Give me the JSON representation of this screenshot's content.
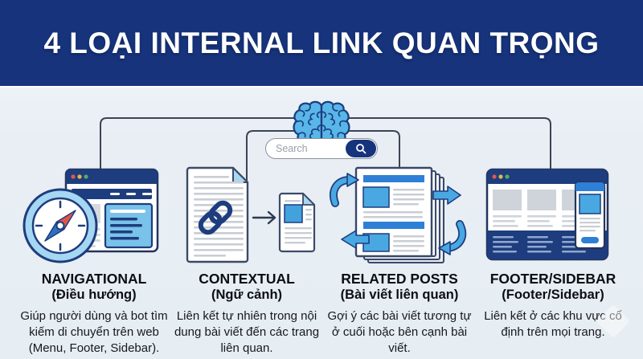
{
  "header": {
    "title": "4 LOẠI INTERNAL LINK QUAN TRỌNG"
  },
  "hub": {
    "search": {
      "placeholder": "Search"
    }
  },
  "columns": [
    {
      "title": "NAVIGATIONAL",
      "subtitle": "(Điều hướng)",
      "description": "Giúp người dùng và bot tìm kiếm di chuyển trên web (Menu, Footer, Sidebar)."
    },
    {
      "title": "CONTEXTUAL",
      "subtitle": "(Ngữ cảnh)",
      "description": "Liên kết tự nhiên trong nội dung bài viết đến các trang liên quan."
    },
    {
      "title": "RELATED POSTS",
      "subtitle": "(Bài viết liên quan)",
      "description": "Gợi ý các bài viết tương tự ở cuối hoặc bên cạnh bài viết."
    },
    {
      "title": "FOOTER/SIDEBAR",
      "subtitle": "(Footer/Sidebar)",
      "description": "Liên kết ở các khu vực cố định trên mọi trang."
    }
  ],
  "colors": {
    "header_bg": "#16337c",
    "navy": "#1d3d7e",
    "brain_blue": "#58b7e8",
    "mid_blue": "#2e7fd6",
    "light_blue": "#49a8e2",
    "panel_blue": "#79c2ea",
    "background": "#e9eff4",
    "gray_line": "#c9ced4",
    "needle_red": "#e0544a",
    "needle_blue": "#2f6fbe"
  }
}
